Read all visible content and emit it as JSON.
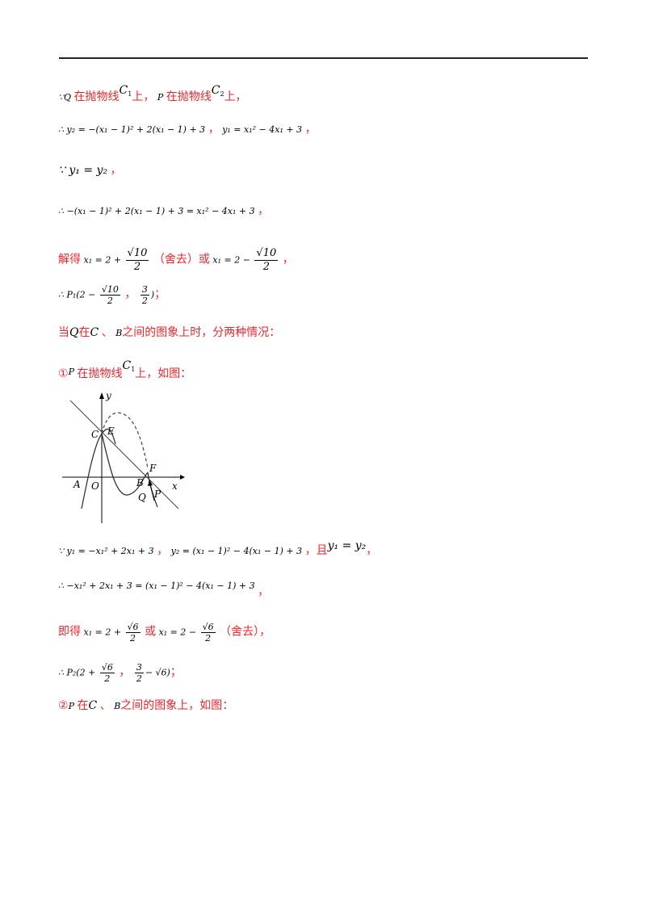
{
  "lines": {
    "l1": {
      "because": "∵",
      "q": "Q",
      "t1": "在抛物线",
      "c": "C",
      "c_sub": "1",
      "t2": "上，",
      "p": "P",
      "t3": "在抛物线",
      "c2": "C",
      "c2_sub": "2",
      "t4": "上，"
    },
    "l2": {
      "eq_a": "∴ y₂ = −(x₁ − 1)² + 2(x₁ − 1) + 3",
      "sep": "，",
      "eq_b": "y₁ = x₁² − 4x₁ + 3",
      "end": "，"
    },
    "l3": {
      "eq": "∵ y₁ = y₂",
      "end": "，"
    },
    "l4": {
      "eq": "∴ −(x₁ − 1)² + 2(x₁ − 1) + 3 = x₁² − 4x₁ + 3",
      "end": "，"
    },
    "l5": {
      "t1": "解得",
      "lhs": "x₁ = 2 +",
      "num": "√10",
      "den": "2",
      "t2": "（舍去）或",
      "lhs2": "x₁ = 2 −",
      "num2": "√10",
      "den2": "2",
      "end": "，"
    },
    "l6": {
      "pre": "∴ P₁(2 −",
      "num": "√10",
      "den": "2",
      "comma": "，",
      "num2": "3",
      "den2": "2",
      "post": ")",
      "end": "；"
    },
    "l7": {
      "t1": "当",
      "q": "Q",
      "t2": "在",
      "c": "C",
      "t3": "、",
      "b": "B",
      "t4": "之间的图象上时，分两种情况："
    },
    "l8": {
      "t1": "①",
      "p": "P",
      "t2": "在抛物线",
      "c": "C",
      "c_sub": "1",
      "t3": "上，如图："
    },
    "l9": {
      "eq_a": "∵ y₁ = −x₁² + 2x₁ + 3",
      "sep": "，",
      "eq_b": "y₂ = (x₁ − 1)² − 4(x₁ − 1) + 3",
      "t1": "，且",
      "eq_c": "y₁ = y₂",
      "end": "，"
    },
    "l10": {
      "eq": "∴ −x₁² + 2x₁ + 3 = (x₁ − 1)² − 4(x₁ − 1) + 3",
      "end": "，"
    },
    "l11": {
      "t1": "即得",
      "lhs": "x₁ = 2 +",
      "num": "√6",
      "den": "2",
      "t2": "或",
      "lhs2": "x₁ = 2 −",
      "num2": "√6",
      "den2": "2",
      "t3": "（舍去），"
    },
    "l12": {
      "pre": "∴ P₂(2 +",
      "num": "√6",
      "den": "2",
      "comma": "，",
      "num2": "3",
      "den2": "2",
      "post": "− √6)",
      "end": "；"
    },
    "l13": {
      "t1": "②",
      "p": "P",
      "t2": "在",
      "c": "C",
      "t3": "、",
      "b": "B",
      "t4": "之间的图象上，如图："
    }
  },
  "figure": {
    "labels": {
      "y": "y",
      "x": "x",
      "C": "C",
      "E": "E",
      "F": "F",
      "A": "A",
      "O": "O",
      "B": "B",
      "Q": "Q",
      "P": "P"
    }
  }
}
